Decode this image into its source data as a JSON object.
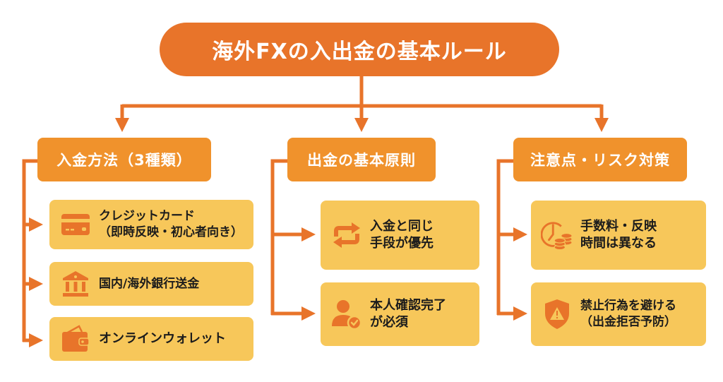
{
  "title": "海外FXの入出金の基本ルール",
  "colors": {
    "title_bg": "#e8742a",
    "category_bg": "#f0922c",
    "card_bg": "#f7c75a",
    "connector": "#e8742a",
    "icon": "#e8742a",
    "card_text": "#1c1c1c"
  },
  "columns": [
    {
      "category": "入金方法（3種類）",
      "items": [
        {
          "icon": "credit-card-icon",
          "lines": [
            "クレジットカード",
            "（即時反映・初心者向き）"
          ]
        },
        {
          "icon": "bank-icon",
          "lines": [
            "国内/海外銀行送金"
          ]
        },
        {
          "icon": "wallet-icon",
          "lines": [
            "オンラインウォレット"
          ]
        }
      ]
    },
    {
      "category": "出金の基本原則",
      "items": [
        {
          "icon": "exchange-arrows-icon",
          "lines": [
            "入金と同じ",
            "手段が優先"
          ]
        },
        {
          "icon": "user-verified-icon",
          "lines": [
            "本人確認完了",
            "が必須"
          ]
        }
      ]
    },
    {
      "category": "注意点・リスク対策",
      "items": [
        {
          "icon": "clock-coins-icon",
          "lines": [
            "手数料・反映",
            "時間は異なる"
          ]
        },
        {
          "icon": "shield-warning-icon",
          "lines": [
            "禁止行為を避ける",
            "（出金拒否予防）"
          ]
        }
      ]
    }
  ]
}
